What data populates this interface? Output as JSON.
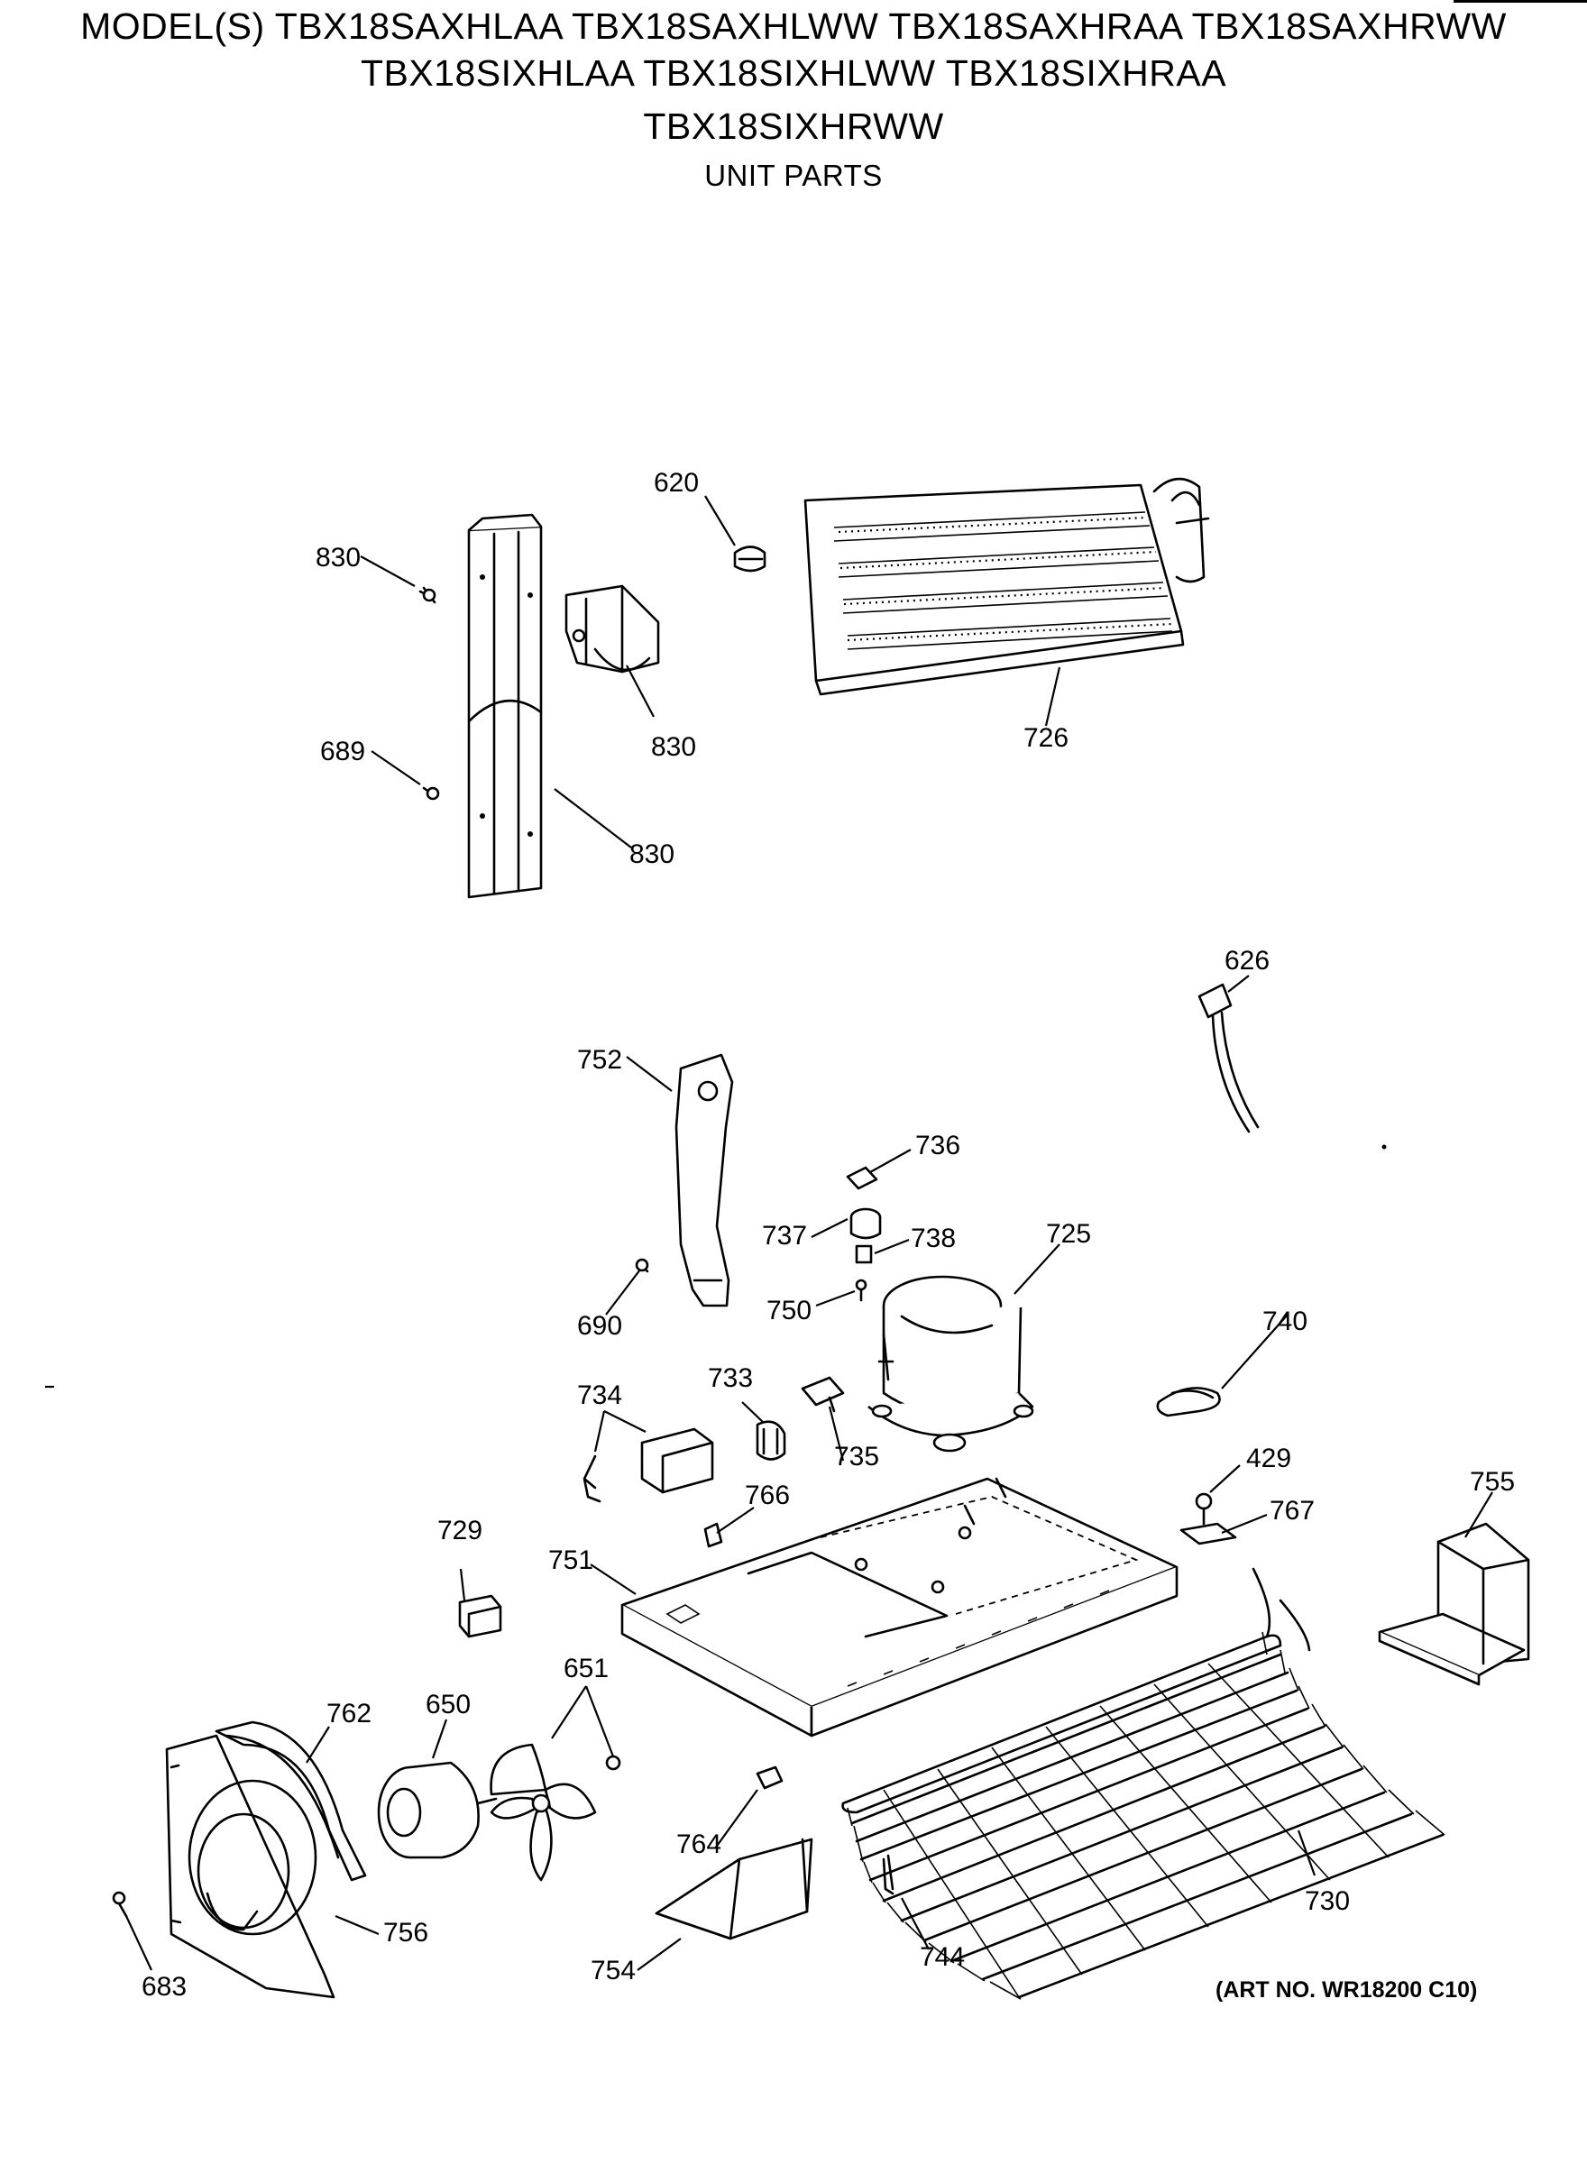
{
  "header": {
    "line1": "MODEL(S) TBX18SAXHLAA TBX18SAXHLWW TBX18SAXHRAA TBX18SAXHRWW",
    "line2": "TBX18SIXHLAA TBX18SIXHLWW TBX18SIXHRAA",
    "line3": "TBX18SIXHRWW",
    "subtitle": "UNIT PARTS"
  },
  "art_number": "(ART NO. WR18200 C10)",
  "callouts": {
    "c620": "620",
    "c830a": "830",
    "c830b": "830",
    "c830c": "830",
    "c689": "689",
    "c726": "726",
    "c626": "626",
    "c752": "752",
    "c736": "736",
    "c737": "737",
    "c738": "738",
    "c725": "725",
    "c690": "690",
    "c750": "750",
    "c740": "740",
    "c734": "734",
    "c733": "733",
    "c735": "735",
    "c429": "429",
    "c755": "755",
    "c766": "766",
    "c767": "767",
    "c729": "729",
    "c751": "751",
    "c651": "651",
    "c762": "762",
    "c650": "650",
    "c764": "764",
    "c730": "730",
    "c756": "756",
    "c683": "683",
    "c754": "754",
    "c744": "744"
  }
}
